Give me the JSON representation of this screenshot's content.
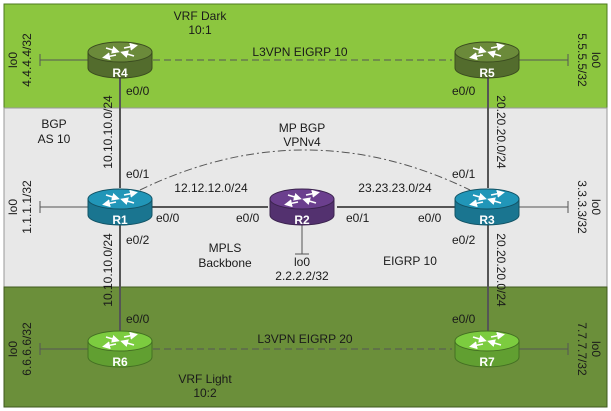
{
  "zones": {
    "top": {
      "title": "VRF Dark",
      "subtitle": "10:1",
      "color": "#8cc63f"
    },
    "middle": {
      "bgp_line1": "BGP",
      "bgp_line2": "AS 10",
      "color": "#e6e6e6"
    },
    "bottom": {
      "title": "VRF Light",
      "subtitle": "10:2",
      "color": "#6b8f3a"
    }
  },
  "routers": {
    "r1": {
      "name": "R1",
      "lo_label": "lo0",
      "lo_ip": "1.1.1.1/32",
      "color": "#2196b8"
    },
    "r2": {
      "name": "R2",
      "lo_label": "lo0",
      "lo_ip": "2.2.2.2/32",
      "color": "#6b3f8e"
    },
    "r3": {
      "name": "R3",
      "lo_label": "lo0",
      "lo_ip": "3.3.3.3/32",
      "color": "#2196b8"
    },
    "r4": {
      "name": "R4",
      "lo_label": "lo0",
      "lo_ip": "4.4.4.4/32",
      "color": "#6b8a3a"
    },
    "r5": {
      "name": "R5",
      "lo_label": "lo0",
      "lo_ip": "5.5.5.5/32",
      "color": "#6b8a3a"
    },
    "r6": {
      "name": "R6",
      "lo_label": "lo0",
      "lo_ip": "6.6.6.6/32",
      "color": "#7ccc3f"
    },
    "r7": {
      "name": "R7",
      "lo_label": "lo0",
      "lo_ip": "7.7.7.7/32",
      "color": "#7ccc3f"
    }
  },
  "links": {
    "r4_r5": "L3VPN EIGRP 10",
    "r6_r7": "L3VPN EIGRP 20",
    "r1_r4_net": "10.10.10.0/24",
    "r1_r6_net": "10.10.10.0/24",
    "r3_r5_net": "20.20.20.0/24",
    "r3_r7_net": "20.20.20.0/24",
    "r1_r2_net": "12.12.12.0/24",
    "r2_r3_net": "23.23.23.0/24",
    "mpbgp_line1": "MP BGP",
    "mpbgp_line2": "VPNv4"
  },
  "interfaces": {
    "r4_e00": "e0/0",
    "r5_e00": "e0/0",
    "r1_e01": "e0/1",
    "r1_e00": "e0/0",
    "r1_e02": "e0/2",
    "r2_e00": "e0/0",
    "r2_e01": "e0/1",
    "r3_e01": "e0/1",
    "r3_e00": "e0/0",
    "r3_e02": "e0/2",
    "r6_e00": "e0/0",
    "r7_e00": "e0/0"
  },
  "labels": {
    "mpls_line1": "MPLS",
    "mpls_line2": "Backbone",
    "eigrp": "EIGRP 10"
  }
}
